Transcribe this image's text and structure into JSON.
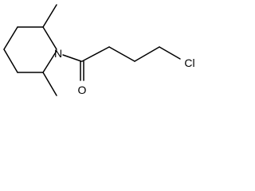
{
  "molecule": {
    "atoms": {
      "nitrogen": "N",
      "oxygen": "O",
      "chlorine": "Cl"
    }
  },
  "colors": {
    "background": "#ffffff",
    "ink": "#000000"
  }
}
